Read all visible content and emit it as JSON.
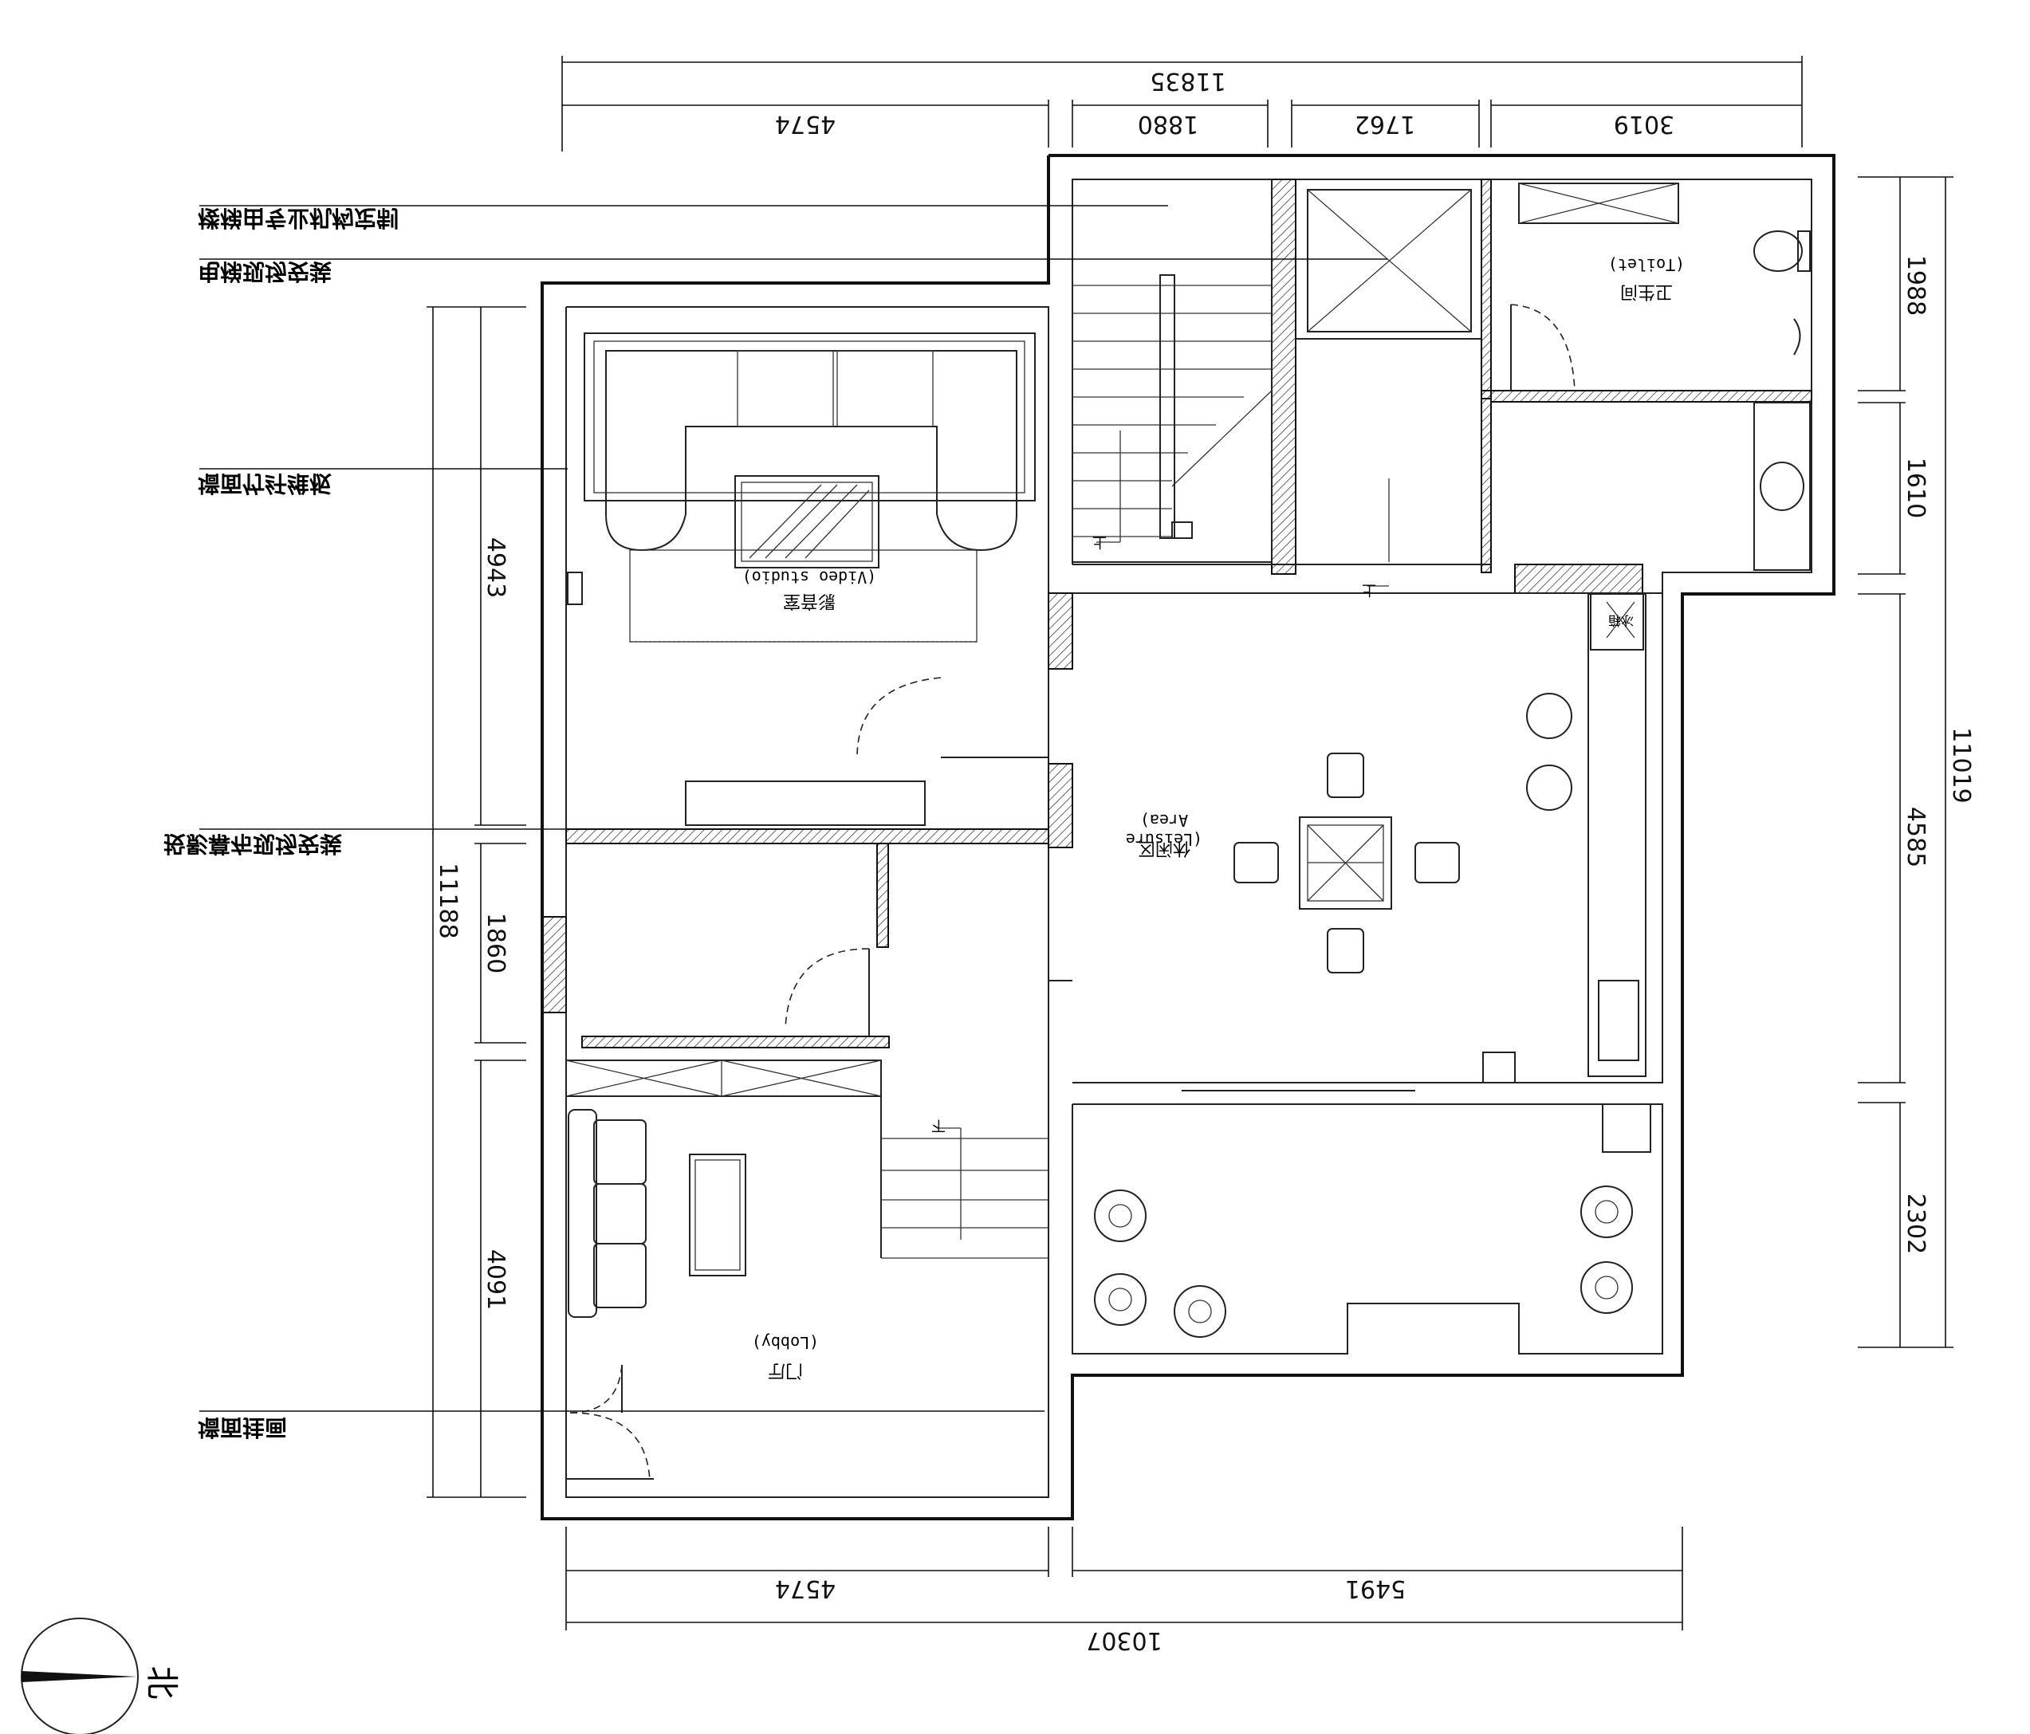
{
  "dimensions": {
    "top_total": "11835",
    "top_segments": [
      "4574",
      "1880",
      "1762",
      "3019"
    ],
    "right_segments": [
      "1988",
      "1610",
      "4585",
      "2302"
    ],
    "right_total": "11019",
    "left_segments": [
      "4943",
      "1860",
      "4091"
    ],
    "left_total": "11188",
    "bottom_segments": [
      "4574",
      "5491"
    ],
    "bottom_total": "10307"
  },
  "rooms": {
    "video_studio_cn": "影音室",
    "video_studio_en": "(Video studio)",
    "leisure_cn": "休闲区",
    "leisure_en": "(Leisure Area)",
    "toilet_cn": "卫生间",
    "toilet_en": "(Toilet)",
    "lobby_cn": "门厅",
    "lobby_en": "(Lobby)",
    "fridge": "冰箱"
  },
  "notes": {
    "stairs": "楼梯由专业机构定制",
    "elevator": "电梯现场安装",
    "wall_board": "墙面竹纤维板",
    "projection": "投影幕布现场安装",
    "painting": "墙面挂画"
  },
  "stair_marks": [
    "上",
    "上",
    "下",
    "上"
  ],
  "compass": {
    "label": "北"
  },
  "colors": {
    "line": "#111111",
    "background": "#ffffff"
  }
}
